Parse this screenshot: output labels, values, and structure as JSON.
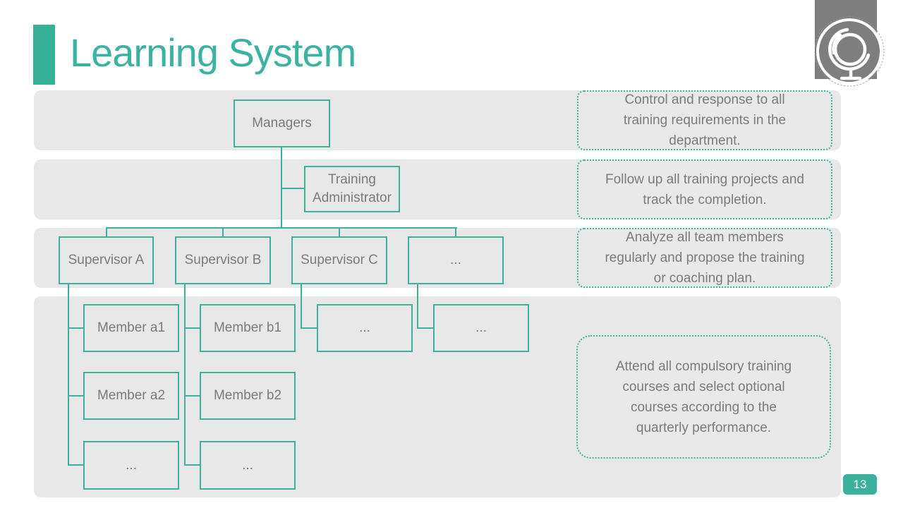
{
  "slide": {
    "title": "Learning System",
    "page_number": "13"
  },
  "colors": {
    "teal_accent": "#37b098",
    "teal_line": "#3eb0a0",
    "teal_badge": "#3bb09c",
    "band_gray": "#e8e8e8",
    "text_gray": "#7b7b7b",
    "icon_gray": "#7e7e7e"
  },
  "icons": {
    "corner_icon": "desk-globe-icon"
  },
  "org": {
    "managers": "Managers",
    "training_admin": "Training\nAdministrator",
    "supervisors": [
      "Supervisor A",
      "Supervisor B",
      "Supervisor C",
      "..."
    ],
    "members_a": [
      "Member a1",
      "Member a2",
      "..."
    ],
    "members_b": [
      "Member b1",
      "Member b2",
      "..."
    ],
    "members_c": [
      "..."
    ],
    "members_d": [
      "..."
    ]
  },
  "notes": {
    "managers_note": "Control and response to all\ntraining requirements in the\ndepartment.",
    "training_admin_note": "Follow up all training projects and\ntrack the completion.",
    "supervisors_note": "Analyze all team members\nregularly and propose the training\nor coaching plan.",
    "members_note": "Attend all compulsory training\ncourses and select optional\ncourses according to the\nquarterly performance."
  }
}
